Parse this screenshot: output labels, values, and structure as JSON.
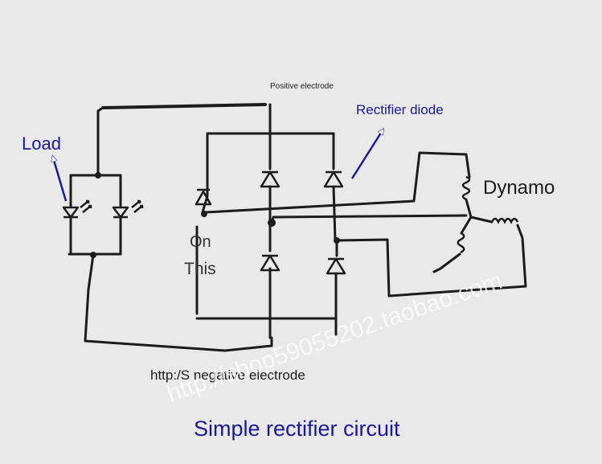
{
  "labels": {
    "positive_electrode": "Positive electrode",
    "rectifier_diode": "Rectifier diode",
    "load": "Load",
    "dynamo": "Dynamo",
    "on": "On",
    "this": "This",
    "negative_electrode": "http:/S negative electrode",
    "title": "Simple rectifier circuit"
  },
  "watermark": {
    "text": "http://shop59055202.taobao.com"
  },
  "colors": {
    "background": "#e9e9e9",
    "ink": "#1c1c1c",
    "accent_blue": "#1a1aa0",
    "watermark": "#ffffff"
  }
}
